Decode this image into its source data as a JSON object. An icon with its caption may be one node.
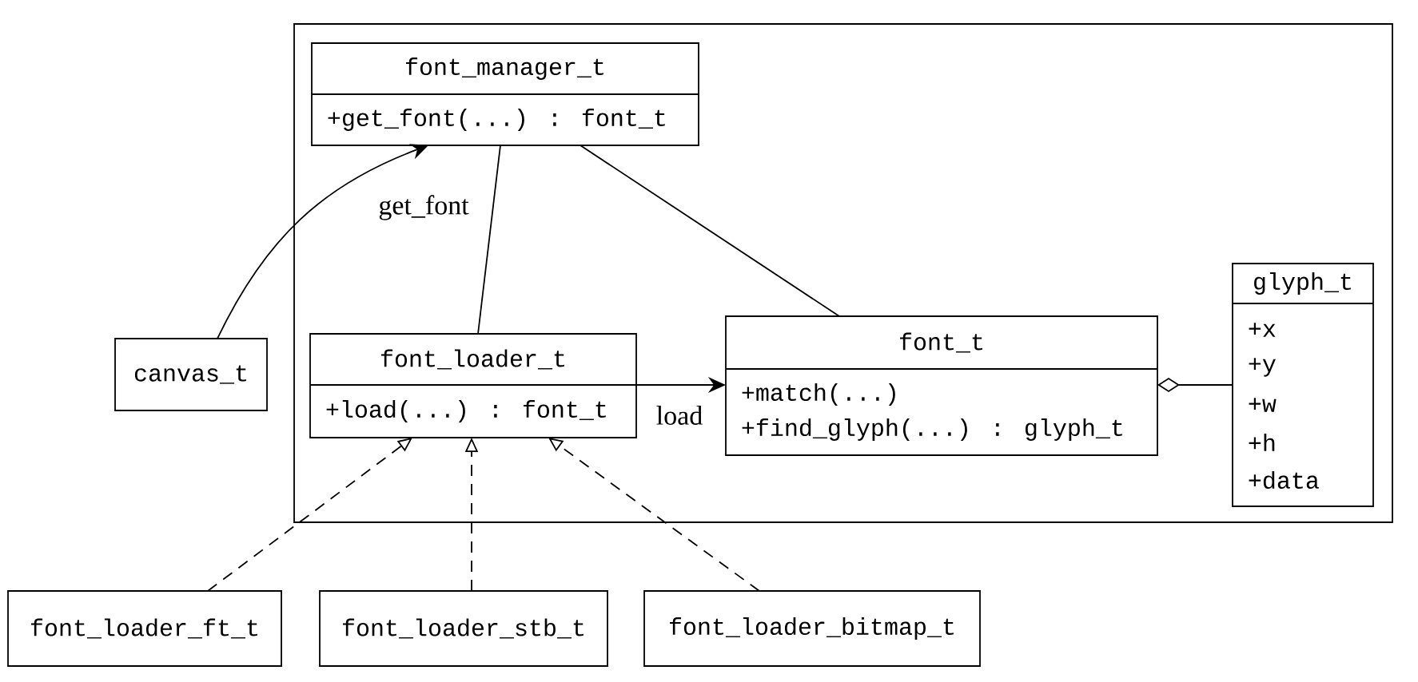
{
  "diagram": {
    "nodes": [
      {
        "text": [],
        "shape": "box"
      },
      {
        "text": [
          "font_manager_t",
          "+get_font(...) : font_t"
        ],
        "in": 0
      },
      {
        "text": [
          "font_loader_t",
          "+load(...) : font_t"
        ],
        "in": 0
      },
      {
        "text": [
          "font_t",
          "+match(...)",
          "+find_glyph(...) : glyph_t"
        ],
        "in": 0
      },
      {
        "text": [
          "glyph_t",
          "+x",
          "+y",
          "+w",
          "+h",
          "+data"
        ],
        "in": 0
      },
      {
        "text": [
          "canvas_t"
        ]
      },
      {
        "text": [
          "font_loader_ft_t"
        ]
      },
      {
        "text": [
          "font_loader_stb_t"
        ]
      },
      {
        "text": [
          "font_loader_bitmap_t"
        ]
      }
    ],
    "edges": [
      {
        "from": 5,
        "to": 1,
        "arrow": "to",
        "label": "get_font"
      },
      {
        "from": 1,
        "to": 2,
        "arrow": "none"
      },
      {
        "from": 1,
        "to": 3,
        "arrow": "none"
      },
      {
        "from": 2,
        "to": 3,
        "arrow": "to",
        "label": "load"
      },
      {
        "from": 3,
        "to": 4,
        "arrow": "other"
      },
      {
        "from": 6,
        "to": 2,
        "arrow": "to",
        "style": "dashed"
      },
      {
        "from": 7,
        "to": 2,
        "arrow": "to",
        "style": "dashed"
      },
      {
        "from": 8,
        "to": 2,
        "arrow": "to",
        "style": "dashed"
      }
    ]
  }
}
